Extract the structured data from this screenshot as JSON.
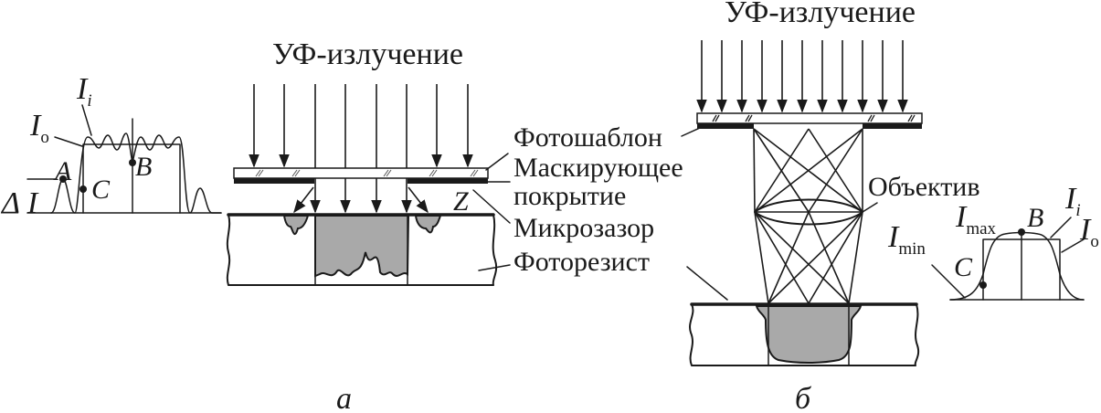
{
  "panel_a": {
    "uv_label": "УФ-излучение",
    "photomask_label": "Фотошаблон",
    "masking_label_1": "Маскирующее",
    "masking_label_2": "покрытие",
    "z_label": "Z",
    "microgap_label": "Микрозазор",
    "photoresist_label": "Фоторезист",
    "caption": "а"
  },
  "panel_b": {
    "uv_label": "УФ-излучение",
    "lens_label": "Объектив",
    "caption": "б"
  },
  "graph_a": {
    "i_main": "I",
    "i_sub": "i",
    "io_main": "I",
    "io_sub": "о",
    "point_a": "A",
    "point_b": "B",
    "point_c": "C",
    "delta_i_main": "Δ I"
  },
  "graph_b": {
    "i_main": "I",
    "i_sub": "i",
    "io_main": "I",
    "io_sub": "о",
    "imax_main": "I",
    "imax_sub": "max",
    "imin_main": "I",
    "imin_sub": "min",
    "point_b": "B",
    "point_c": "C"
  }
}
